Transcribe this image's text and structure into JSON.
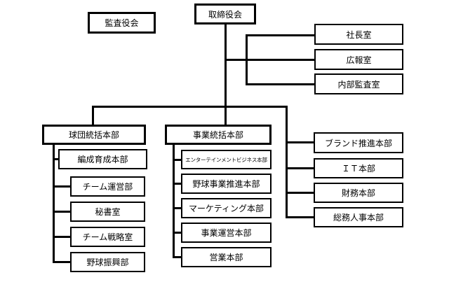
{
  "org_chart": {
    "nodes": {
      "audit_board": "監査役会",
      "board_of_directors": "取締役会",
      "president_office": "社長室",
      "public_relations_office": "広報室",
      "internal_audit_office": "内部監査室",
      "team_general_hq": "球団統括本部",
      "business_general_hq": "事業統括本部",
      "roster_development_hq": "編成育成本部",
      "team_operations_dept": "チーム運営部",
      "secretary_office": "秘書室",
      "team_strategy_office": "チーム戦略室",
      "baseball_promotion_dept": "野球振興部",
      "entertainment_business_hq": "エンターテインメントビジネス本部",
      "baseball_business_promotion_hq": "野球事業推進本部",
      "marketing_hq": "マーケティング本部",
      "business_operations_hq": "事業運営本部",
      "sales_hq": "営業本部",
      "brand_promotion_hq": "ブランド推進本部",
      "it_hq": "ＩＴ本部",
      "finance_hq": "財務本部",
      "general_affairs_hr_hq": "総務人事本部"
    },
    "colors": {
      "line": "#000000",
      "box_border": "#000000",
      "background": "#ffffff",
      "text": "#000000"
    }
  }
}
